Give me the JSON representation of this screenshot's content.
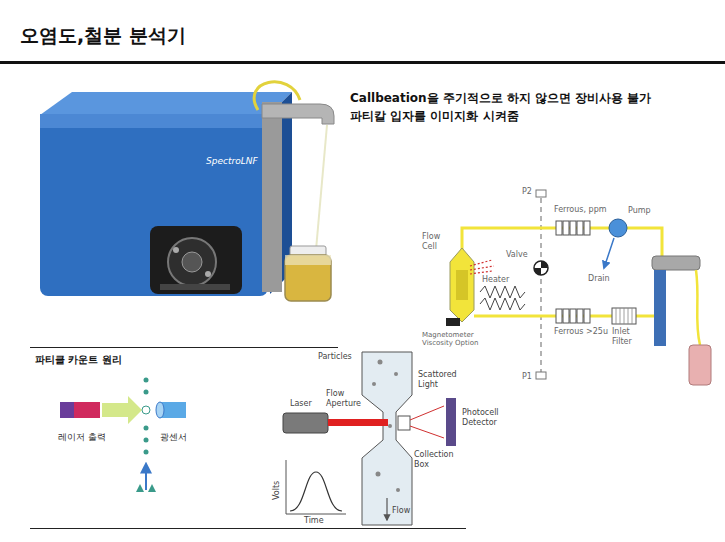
{
  "diagram": {
    "title": "오염도,철분 분석기",
    "labels": [
      "SpectroLNF",
      "Callbeation을 주기적으로 하지 않으면 장비사용 불가",
      "파티칼 입자를 이미지화 시켜줌",
      "P2",
      "Ferrous, ppm",
      "Pump",
      "Flow Cell",
      "Valve",
      "Drain",
      "Heater",
      "Magnetometer Viscosity Option",
      "Ferrous >25u",
      "Inlet Filter",
      "P1",
      "파티클 카운트 원리",
      "레이저 출력",
      "광센서",
      "Particles",
      "Laser",
      "Flow Aperture",
      "Scattored Light",
      "Collection Box",
      "Photocell Detector",
      "Volts",
      "Time",
      "Flow"
    ]
  }
}
